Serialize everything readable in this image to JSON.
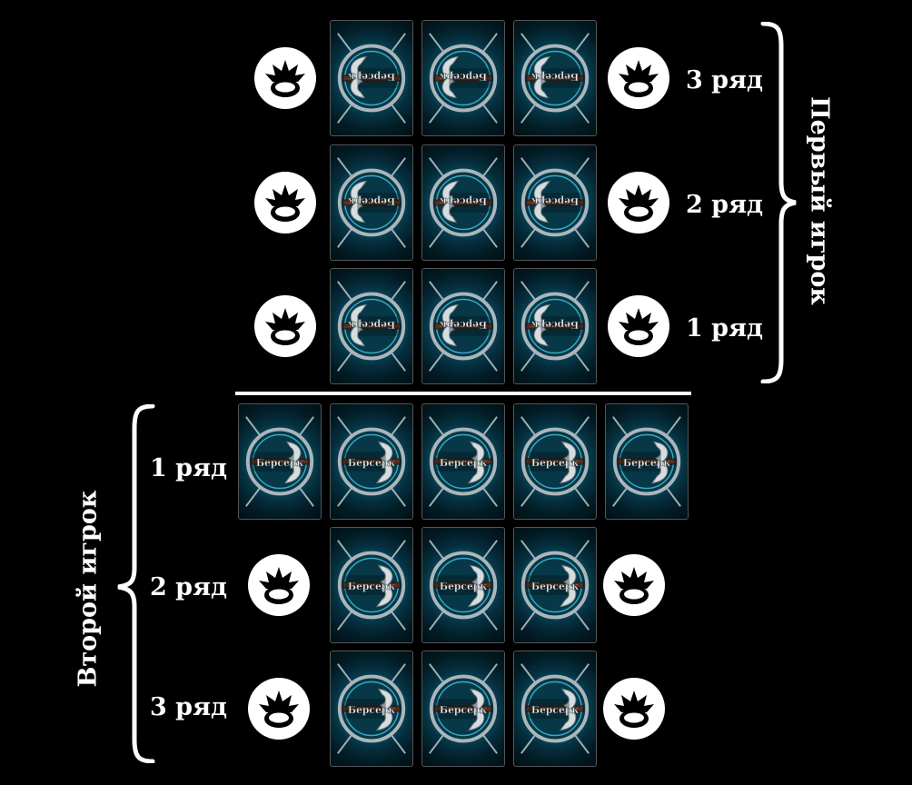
{
  "player_one": {
    "title": "Первый игрок",
    "rows": [
      {
        "label": "3 ряд",
        "cards": 3,
        "tokens": 2
      },
      {
        "label": "2 ряд",
        "cards": 3,
        "tokens": 2
      },
      {
        "label": "1 ряд",
        "cards": 3,
        "tokens": 2
      }
    ]
  },
  "player_two": {
    "title": "Второй игрок",
    "rows": [
      {
        "label": "1 ряд",
        "cards": 5,
        "tokens": 0
      },
      {
        "label": "2 ряд",
        "cards": 3,
        "tokens": 2
      },
      {
        "label": "3 ряд",
        "cards": 3,
        "tokens": 2
      }
    ]
  },
  "card_back_logo": "Берсерк",
  "colors": {
    "background": "#000000",
    "card_glow": "#1aa6c8",
    "token": "#ffffff"
  },
  "icons": {
    "token": "crown-token-icon",
    "card": "berserk-card-back-icon"
  }
}
